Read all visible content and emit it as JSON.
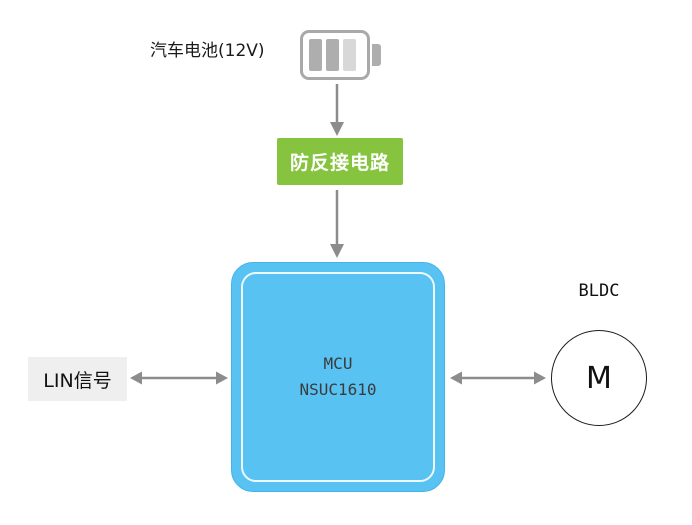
{
  "diagram": {
    "battery": {
      "label": "汽车电池(12V)",
      "icon": "battery-icon"
    },
    "protection_circuit": {
      "label": "防反接电路",
      "color": "#86c440"
    },
    "mcu": {
      "line1": "MCU",
      "line2": "NSUC1610",
      "color": "#58c2f3"
    },
    "lin": {
      "label": "LIN信号",
      "background": "#efefef"
    },
    "motor": {
      "label": "BLDC",
      "symbol": "M"
    },
    "arrow_color": "#8c8c8c"
  }
}
